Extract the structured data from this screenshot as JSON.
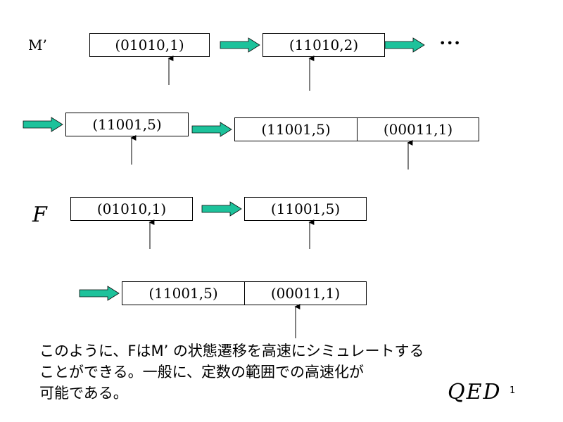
{
  "labels": {
    "m_prime": "M’",
    "f": "F",
    "ellipsis": "•••"
  },
  "m_prime_rows": {
    "row1": [
      "(01010,1)",
      "(11010,2)"
    ],
    "row2_single": "(11001,5)",
    "row2_pair": [
      "(11001,5)",
      "(00011,1)"
    ]
  },
  "f_rows": {
    "row1": [
      "(01010,1)",
      "(11001,5)"
    ],
    "row2_pair": [
      "(11001,5)",
      "(00011,1)"
    ]
  },
  "caption": {
    "line1": "このように、FはM’ の状態遷移を高速にシミュレートする",
    "line2": "ことができる。一般に、定数の範囲での高速化が",
    "line3": "可能である。"
  },
  "qed": "QED",
  "page_number": "1",
  "colors": {
    "arrow_fill": "#1dc29b",
    "arrow_stroke": "#0a0a0a"
  }
}
